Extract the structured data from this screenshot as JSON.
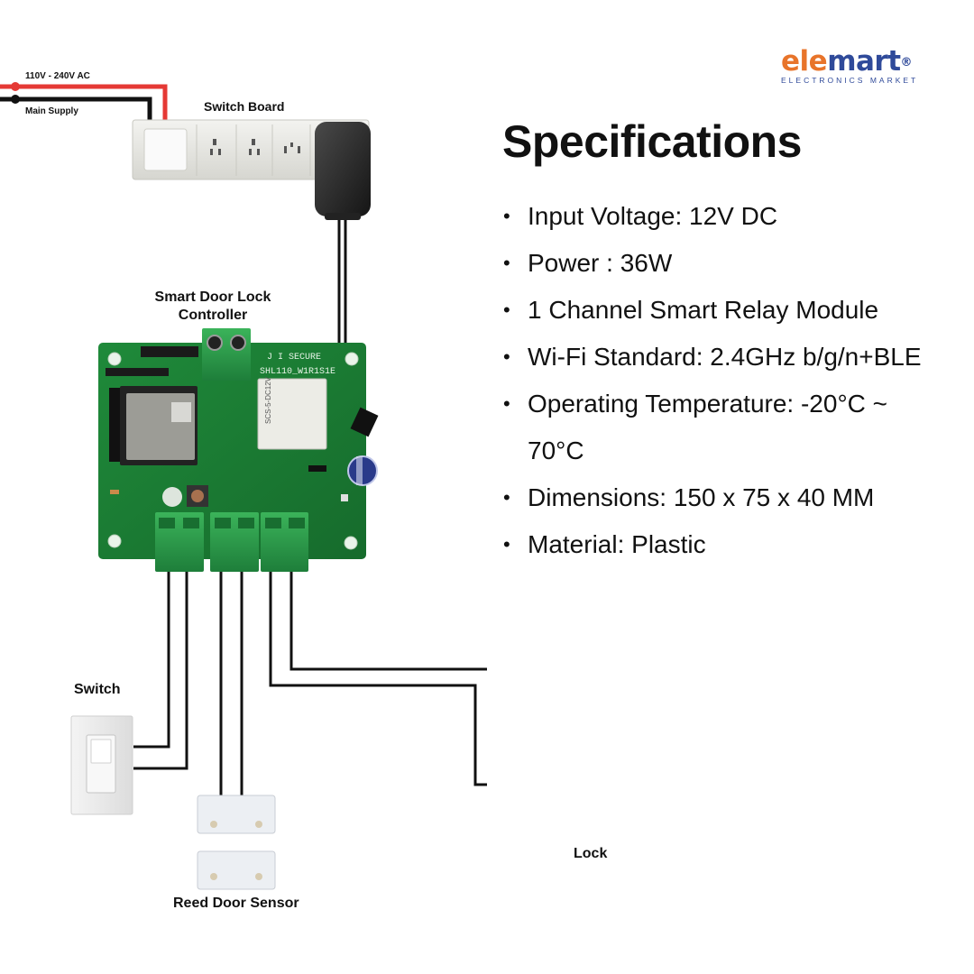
{
  "brand": {
    "name_part1": "ele",
    "name_part2": "mart",
    "registered": "®",
    "tagline": "ELECTRONICS MARKET",
    "colors": {
      "orange": "#e8742a",
      "blue": "#2f4a9a"
    }
  },
  "diagram": {
    "supply_voltage": "110V - 240V AC",
    "main_supply": "Main Supply",
    "switch_board": "Switch Board",
    "controller_line1": "Smart Door Lock",
    "controller_line2": "Controller",
    "switch": "Switch",
    "reed_sensor": "Reed Door Sensor",
    "lock": "Lock",
    "board_text_1": "J I SECURE",
    "board_text_2": "SHL110_W1R1S1E",
    "relay_text": "SCS-5-DC12V",
    "wire_colors": {
      "live": "#e53935",
      "neutral": "#111111"
    }
  },
  "specs": {
    "title": "Specifications",
    "bullet": "•",
    "items": [
      "Input Voltage: 12V DC",
      "Power : 36W",
      "1 Channel Smart Relay Module",
      "Wi-Fi Standard: 2.4GHz b/g/n+BLE",
      "Operating Temperature: -20°C ~ 70°C",
      "Dimensions: 150 x 75 x 40 MM",
      "Material: Plastic"
    ]
  }
}
